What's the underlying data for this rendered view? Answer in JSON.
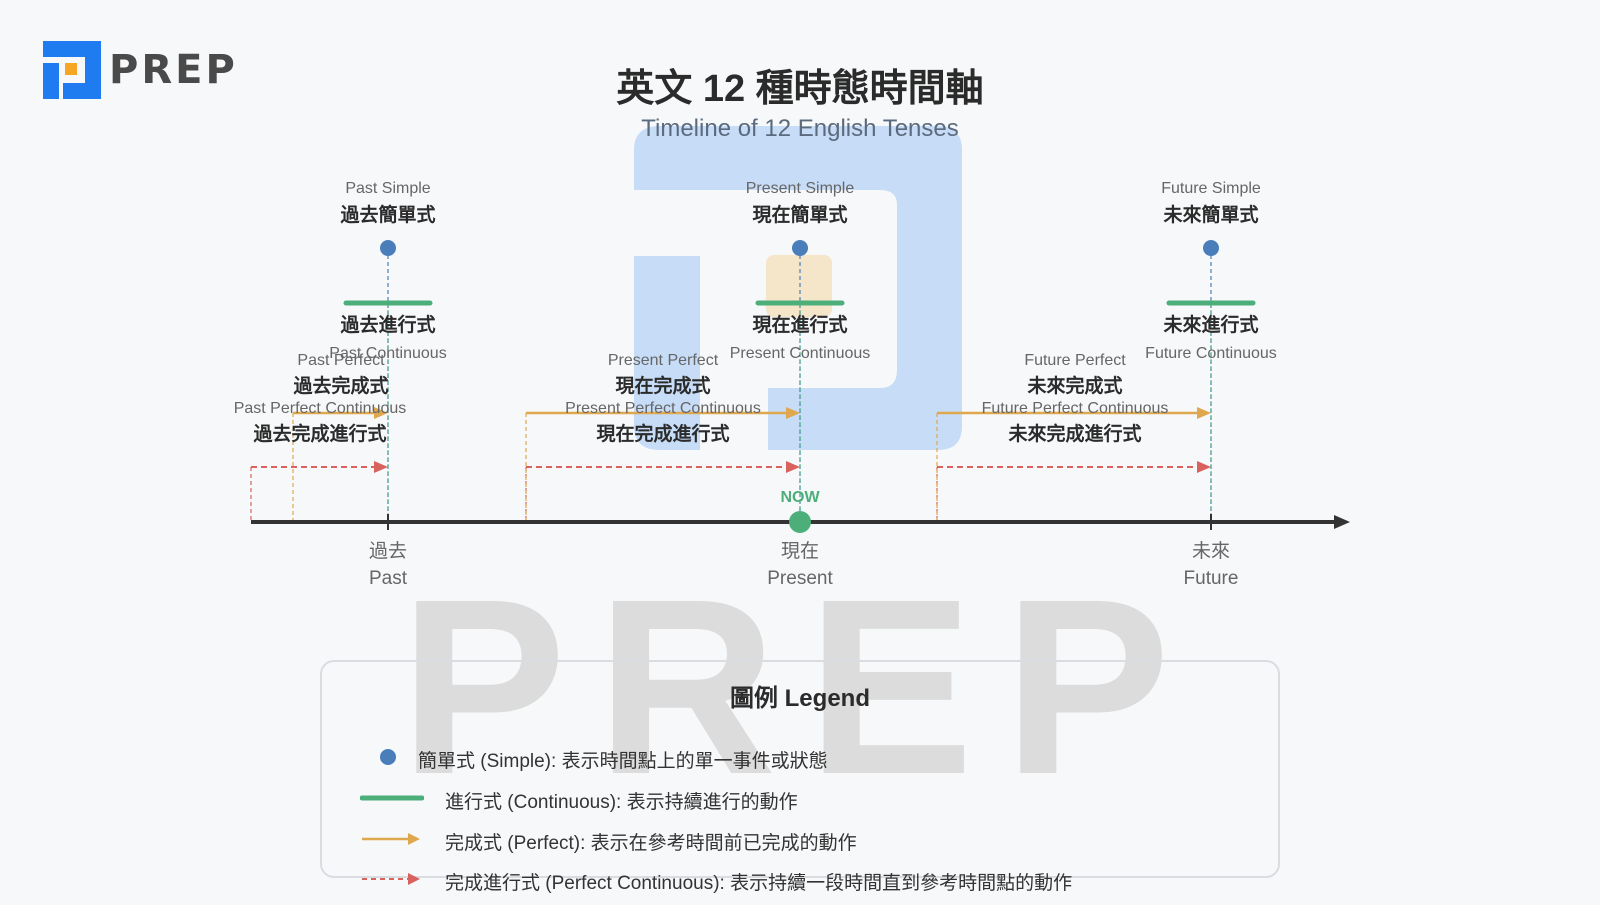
{
  "brand": {
    "name": "PREP",
    "watermark": "PREP"
  },
  "header": {
    "title": "英文 12 種時態時間軸",
    "subtitle": "Timeline of 12 English Tenses"
  },
  "colors": {
    "simple": "#4a7ebb",
    "continuous": "#4caf7a",
    "perfect": "#e0a84e",
    "perfect_continuous": "#d9625f",
    "axis": "#333333",
    "now": "#4caf7a",
    "logo_blue": "#1f7cf0",
    "logo_orange": "#f5a623"
  },
  "timeline": {
    "now_label": "NOW",
    "points": [
      {
        "zh": "過去",
        "en": "Past"
      },
      {
        "zh": "現在",
        "en": "Present"
      },
      {
        "zh": "未來",
        "en": "Future"
      }
    ],
    "tenses": [
      [
        {
          "en": "Past Simple",
          "zh": "過去簡單式"
        },
        {
          "en": "Past Continuous",
          "zh": "過去進行式"
        },
        {
          "en": "Past Perfect",
          "zh": "過去完成式"
        },
        {
          "en": "Past Perfect Continuous",
          "zh": "過去完成進行式"
        }
      ],
      [
        {
          "en": "Present Simple",
          "zh": "現在簡單式"
        },
        {
          "en": "Present Continuous",
          "zh": "現在進行式"
        },
        {
          "en": "Present Perfect",
          "zh": "現在完成式"
        },
        {
          "en": "Present Perfect Continuous",
          "zh": "現在完成進行式"
        }
      ],
      [
        {
          "en": "Future Simple",
          "zh": "未來簡單式"
        },
        {
          "en": "Future Continuous",
          "zh": "未來進行式"
        },
        {
          "en": "Future Perfect",
          "zh": "未來完成式"
        },
        {
          "en": "Future Perfect Continuous",
          "zh": "未來完成進行式"
        }
      ]
    ]
  },
  "legend": {
    "title": "圖例 Legend",
    "items": [
      {
        "type": "simple",
        "icon": "dot-icon",
        "text": "簡單式 (Simple): 表示時間點上的單一事件或狀態"
      },
      {
        "type": "continuous",
        "icon": "bar-icon",
        "text": "進行式 (Continuous): 表示持續進行的動作"
      },
      {
        "type": "perfect",
        "icon": "arrow-icon",
        "text": "完成式 (Perfect): 表示在參考時間前已完成的動作"
      },
      {
        "type": "perfect_continuous",
        "icon": "dashed-arrow-icon",
        "text": "完成進行式 (Perfect Continuous): 表示持續一段時間直到參考時間點的動作"
      }
    ]
  }
}
